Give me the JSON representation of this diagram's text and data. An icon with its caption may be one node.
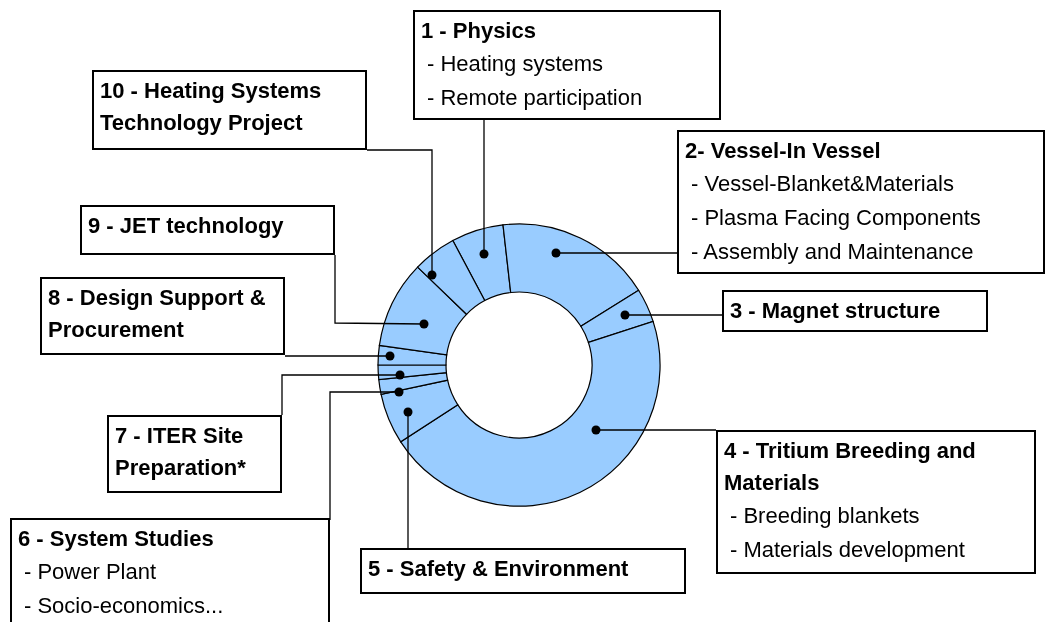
{
  "diagram": {
    "nodes": [
      {
        "text": [
          "1 - Physics",
          "- Heating systems",
          "- Remote participation"
        ]
      },
      {
        "text": [
          "2- Vessel-In Vessel",
          "- Vessel-Blanket&Materials",
          "- Plasma Facing Components",
          "- Assembly and Maintenance"
        ]
      },
      {
        "text": [
          "3 - Magnet structure"
        ]
      },
      {
        "text": [
          "4 - Tritium Breeding and Materials",
          "- Breeding blankets",
          "- Materials development"
        ]
      },
      {
        "text": [
          "5 - Safety & Environment"
        ]
      },
      {
        "text": [
          "6 - System Studies",
          "- Power Plant",
          "- Socio-economics..."
        ]
      },
      {
        "text": [
          "7 - ITER Site Preparation*"
        ]
      },
      {
        "text": [
          "8 - Design Support & Procurement"
        ]
      },
      {
        "text": [
          "9 - JET technology"
        ]
      },
      {
        "text": [
          "10 - Heating Systems Technology Project"
        ]
      },
      {
        "text": [],
        "shape": "sector"
      },
      {
        "text": [],
        "shape": "sector"
      },
      {
        "text": [],
        "shape": "sector"
      },
      {
        "text": [],
        "shape": "sector"
      },
      {
        "text": [],
        "shape": "sector"
      },
      {
        "text": [],
        "shape": "sector"
      },
      {
        "text": [],
        "shape": "sector"
      },
      {
        "text": [],
        "shape": "sector"
      },
      {
        "text": [],
        "shape": "sector"
      },
      {
        "text": [],
        "shape": "sector"
      }
    ],
    "edges": [
      {
        "from": 0,
        "to": 10,
        "arrow": "other"
      },
      {
        "from": 1,
        "to": 11,
        "arrow": "other"
      },
      {
        "from": 2,
        "to": 12,
        "arrow": "other"
      },
      {
        "from": 3,
        "to": 13,
        "arrow": "other"
      },
      {
        "from": 4,
        "to": 14,
        "arrow": "other"
      },
      {
        "from": 5,
        "to": 15,
        "arrow": "other"
      },
      {
        "from": 6,
        "to": 16,
        "arrow": "other"
      },
      {
        "from": 7,
        "to": 17,
        "arrow": "other"
      },
      {
        "from": 8,
        "to": 18,
        "arrow": "other"
      },
      {
        "from": 9,
        "to": 19,
        "arrow": "other"
      }
    ]
  }
}
